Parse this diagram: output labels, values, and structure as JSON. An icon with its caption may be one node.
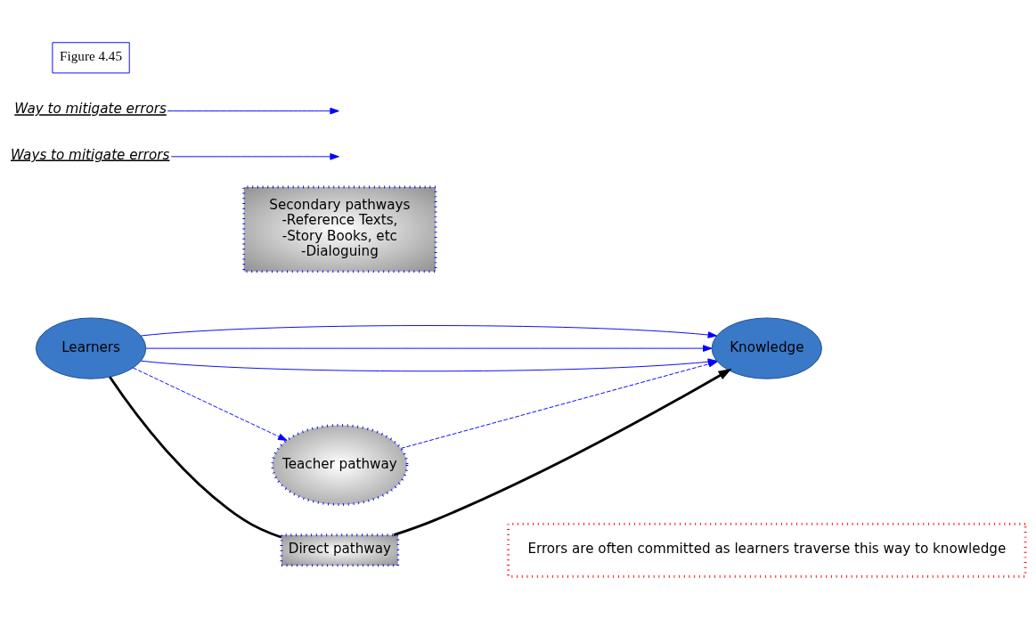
{
  "diagram": {
    "nodes": [
      {
        "text": [
          "Learners"
        ]
      },
      {
        "text": [
          "Secondary pathways",
          "-Reference Texts,",
          "-Story Books, etc",
          "-Dialoguing"
        ]
      },
      {
        "text": [
          "Direct pathway"
        ]
      },
      {
        "text": [
          "Knowledge"
        ]
      },
      {
        "text": [
          "Errors are often committed as learners traverse this way to knowledge"
        ]
      },
      {
        "text": [
          "Teacher pathway"
        ]
      },
      {
        "text": [
          "Ways to mitigate errors"
        ]
      },
      {
        "text": [
          "Way to mitigate errors"
        ]
      },
      {
        "text": [
          "Figure 4.45"
        ]
      }
    ],
    "edges": [
      {
        "from": 0,
        "to": 3,
        "arrow": "to"
      },
      {
        "from": 0,
        "to": 3,
        "arrow": "to"
      },
      {
        "from": 0,
        "to": 3,
        "arrow": "to"
      },
      {
        "from": 0,
        "to": 2,
        "arrow": "none",
        "style": "thick",
        "color": "#000000"
      },
      {
        "from": 2,
        "to": 3,
        "arrow": "to",
        "style": "thick",
        "color": "#000000"
      },
      {
        "from": 0,
        "to": 5,
        "arrow": "to",
        "style": "dashed"
      },
      {
        "from": 5,
        "to": 3,
        "arrow": "to",
        "style": "dashed"
      },
      {
        "from": 6,
        "to": null,
        "arrow": "to"
      },
      {
        "from": 7,
        "to": null,
        "arrow": "to"
      }
    ]
  }
}
